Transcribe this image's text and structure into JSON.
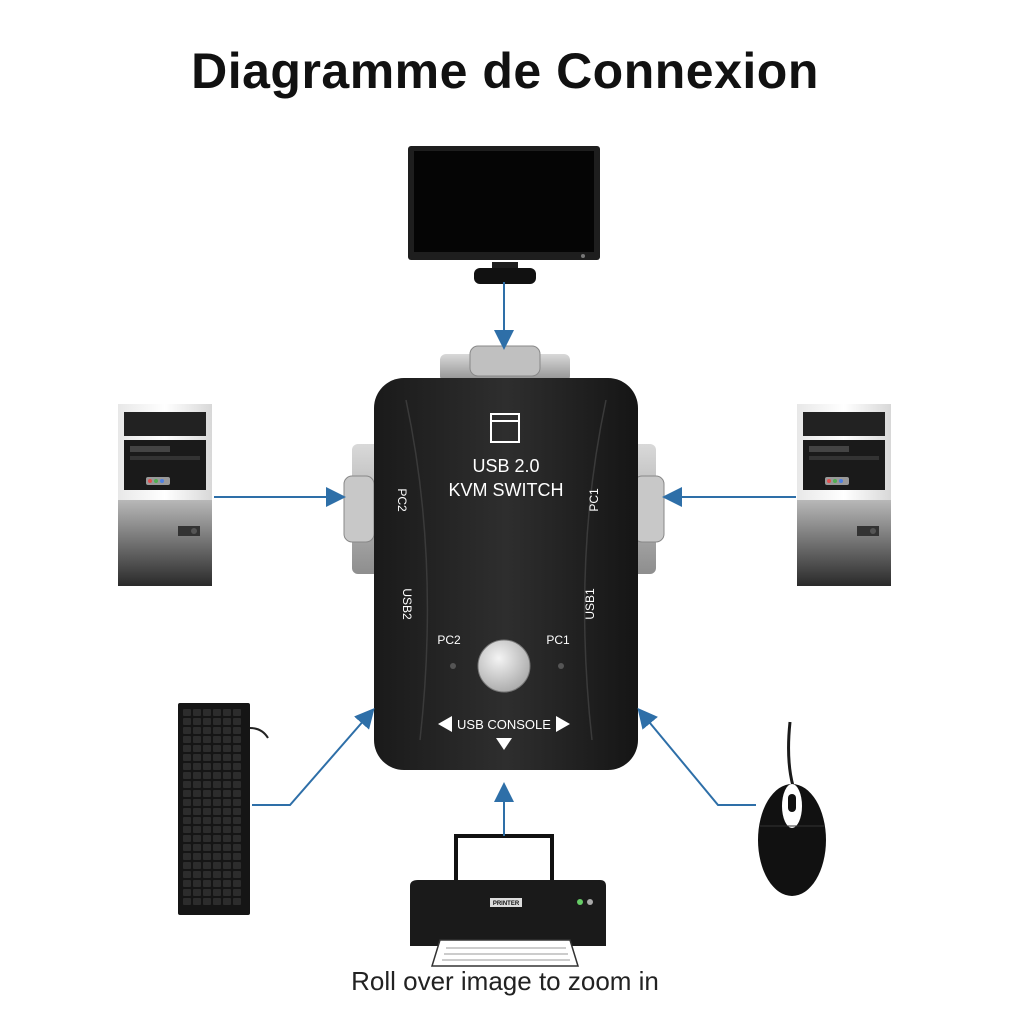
{
  "title": "Diagramme de Connexion",
  "caption": "Roll over image to zoom in",
  "kvm_switch": {
    "line1": "USB 2.0",
    "line2": "KVM SWITCH",
    "port_pc2": "PC2",
    "port_pc1": "PC1",
    "port_usb2": "USB2",
    "port_usb1": "USB1",
    "led_pc2": "PC2",
    "led_pc1": "PC1",
    "console": "USB CONSOLE"
  },
  "printer_label": "PRINTER",
  "colors": {
    "arrow": "#2e6fa8",
    "device_body": "#1c1c1c"
  }
}
